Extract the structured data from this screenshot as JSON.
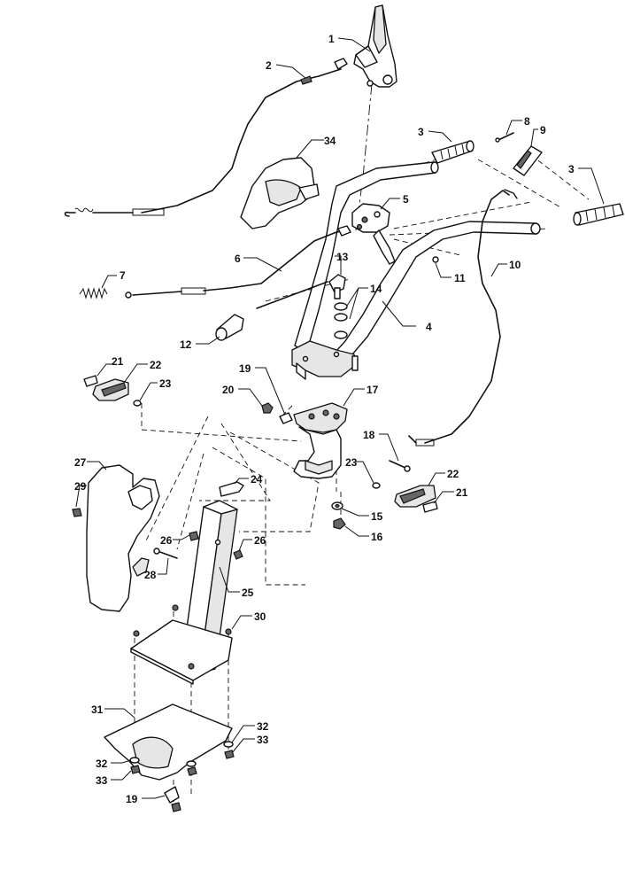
{
  "callouts": [
    {
      "id": "c1",
      "text": "1"
    },
    {
      "id": "c2",
      "text": "2"
    },
    {
      "id": "c3a",
      "text": "3"
    },
    {
      "id": "c3b",
      "text": "3"
    },
    {
      "id": "c4",
      "text": "4"
    },
    {
      "id": "c5",
      "text": "5"
    },
    {
      "id": "c6",
      "text": "6"
    },
    {
      "id": "c7",
      "text": "7"
    },
    {
      "id": "c8",
      "text": "8"
    },
    {
      "id": "c9",
      "text": "9"
    },
    {
      "id": "c10",
      "text": "10"
    },
    {
      "id": "c11",
      "text": "11"
    },
    {
      "id": "c12",
      "text": "12"
    },
    {
      "id": "c13",
      "text": "13"
    },
    {
      "id": "c14",
      "text": "14"
    },
    {
      "id": "c15",
      "text": "15"
    },
    {
      "id": "c16",
      "text": "16"
    },
    {
      "id": "c17",
      "text": "17"
    },
    {
      "id": "c18",
      "text": "18"
    },
    {
      "id": "c19a",
      "text": "19"
    },
    {
      "id": "c19b",
      "text": "19"
    },
    {
      "id": "c20",
      "text": "20"
    },
    {
      "id": "c21a",
      "text": "21"
    },
    {
      "id": "c21b",
      "text": "21"
    },
    {
      "id": "c22a",
      "text": "22"
    },
    {
      "id": "c22b",
      "text": "22"
    },
    {
      "id": "c23a",
      "text": "23"
    },
    {
      "id": "c23b",
      "text": "23"
    },
    {
      "id": "c24",
      "text": "24"
    },
    {
      "id": "c25",
      "text": "25"
    },
    {
      "id": "c26a",
      "text": "26"
    },
    {
      "id": "c26b",
      "text": "26"
    },
    {
      "id": "c27",
      "text": "27"
    },
    {
      "id": "c28",
      "text": "28"
    },
    {
      "id": "c29",
      "text": "29"
    },
    {
      "id": "c30",
      "text": "30"
    },
    {
      "id": "c31",
      "text": "31"
    },
    {
      "id": "c32a",
      "text": "32"
    },
    {
      "id": "c32b",
      "text": "32"
    },
    {
      "id": "c33a",
      "text": "33"
    },
    {
      "id": "c33b",
      "text": "33"
    },
    {
      "id": "c34",
      "text": "34"
    }
  ]
}
